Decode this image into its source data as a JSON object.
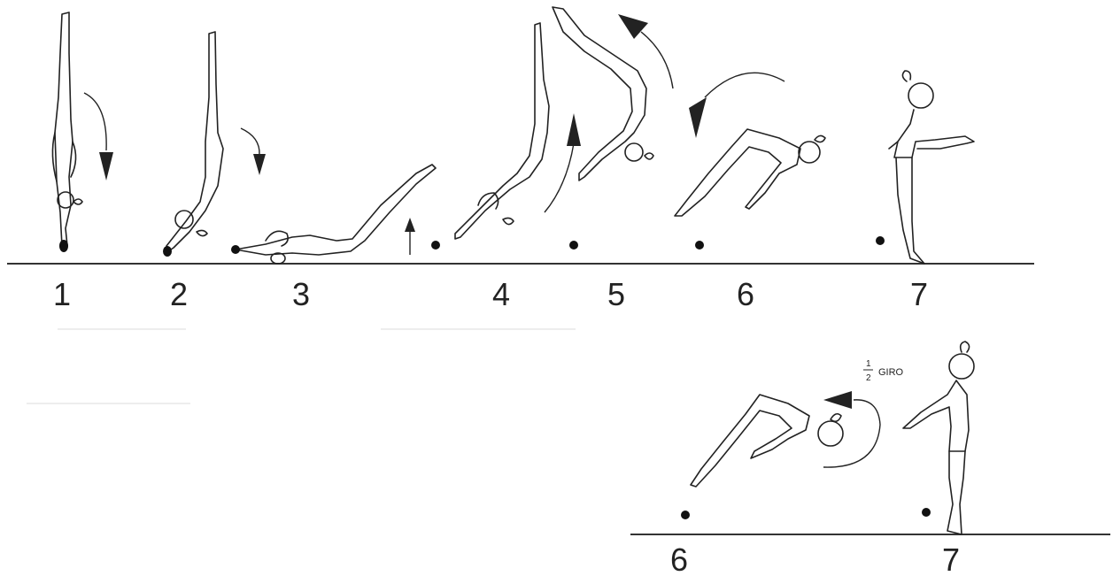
{
  "top_sequence": {
    "positions": [
      "1",
      "2",
      "3",
      "4",
      "5",
      "6",
      "7"
    ]
  },
  "bottom_sequence": {
    "positions": [
      "6",
      "7"
    ],
    "rotation_note": {
      "numerator": "1",
      "denominator": "2",
      "text": "GIRO"
    }
  },
  "colors": {
    "ink": "#222222",
    "background": "#ffffff"
  }
}
